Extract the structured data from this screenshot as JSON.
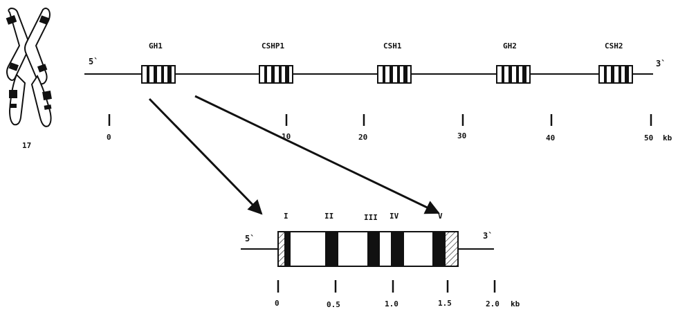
{
  "chromosome": {
    "label": "17"
  },
  "locus": {
    "five_prime": "5`",
    "three_prime": "3`",
    "genes": [
      {
        "name": "GH1"
      },
      {
        "name": "CSHP1"
      },
      {
        "name": "CSH1"
      },
      {
        "name": "GH2"
      },
      {
        "name": "CSH2"
      }
    ],
    "scale": {
      "unit": "kb",
      "ticks": [
        "0",
        "10",
        "20",
        "30",
        "40",
        "50"
      ]
    }
  },
  "gene_detail": {
    "five_prime": "5`",
    "three_prime": "3`",
    "exons": [
      "I",
      "II",
      "III",
      "IV",
      "V"
    ],
    "scale": {
      "unit": "kb",
      "ticks": [
        "0",
        "0.5",
        "1.0",
        "1.5",
        "2.0"
      ]
    }
  }
}
